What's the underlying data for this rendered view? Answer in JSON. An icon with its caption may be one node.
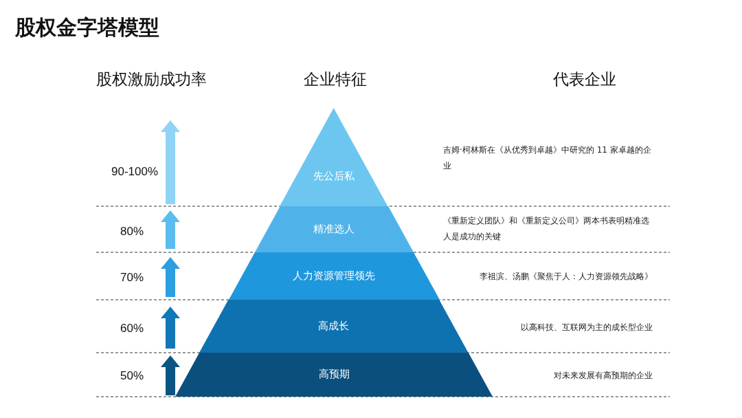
{
  "diagram": {
    "title": "股权金字塔模型",
    "nodes": [
      {
        "text": [
          "先公后私"
        ]
      },
      {
        "text": [
          "精准选人"
        ]
      },
      {
        "text": [
          "人力资源管理领先"
        ]
      },
      {
        "text": [
          "高成长"
        ]
      },
      {
        "text": [
          "高预期"
        ]
      }
    ],
    "labels": [
      "股权激励成功率",
      "企业特征",
      "代表企业",
      "90-100%",
      "吉姆·柯林斯在《从优秀到卓越》中研究的 11 家卓越的企业",
      "80%",
      "《重新定义团队》和《重新定义公司》两本书表明精准选人是成功的关键",
      "70%",
      "李祖滨、汤鹏《聚焦于人：人力资源领先战略》",
      "60%",
      "以高科技、互联网为主的成长型企业",
      "50%",
      "对未来发展有高预期的企业"
    ]
  }
}
